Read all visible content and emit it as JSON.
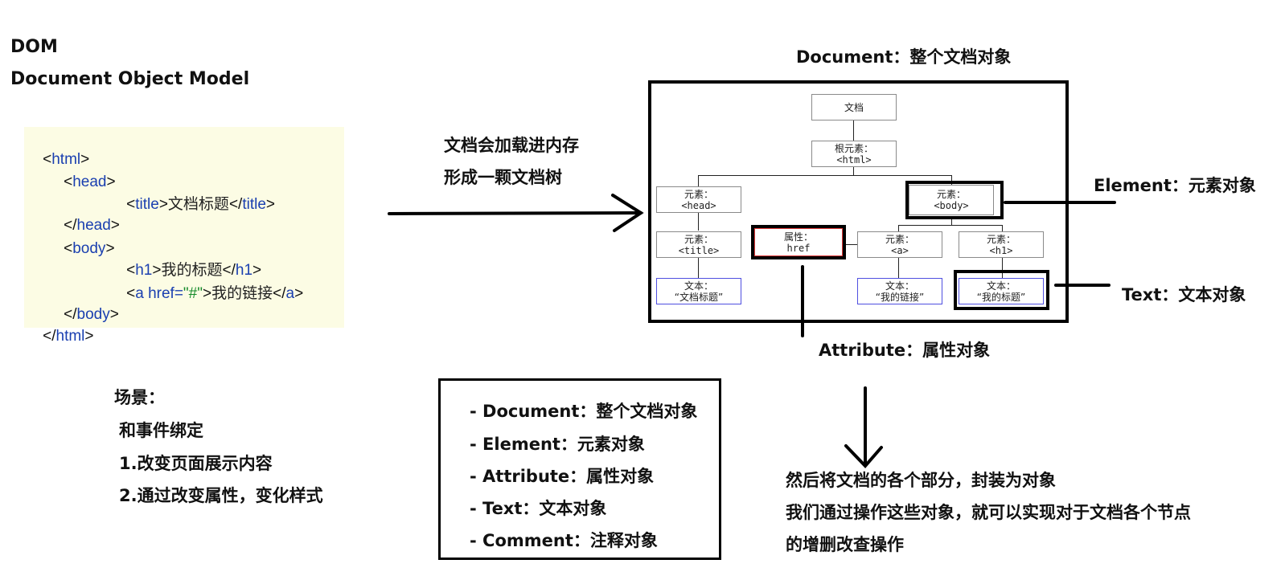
{
  "heading": {
    "line1": "DOM",
    "line2": "Document Object Model"
  },
  "code": {
    "lines": [
      [
        "<",
        "html",
        ">"
      ],
      [
        "<",
        "head",
        ">"
      ],
      [
        "<",
        "title",
        ">",
        "文档标题",
        "</",
        "title",
        ">"
      ],
      [
        "</",
        "head",
        ">"
      ],
      [
        "<",
        "body",
        ">"
      ],
      [
        "<",
        "h1",
        ">",
        "我的标题",
        "</",
        "h1",
        ">"
      ],
      [
        "<",
        "a href=",
        "\"#\"",
        ">",
        "我的链接",
        "</",
        "a",
        ">"
      ],
      [
        "</",
        "body",
        ">"
      ],
      [
        "</",
        "html",
        ">"
      ]
    ]
  },
  "arrow_label": {
    "line1": "文档会加载进内存",
    "line2": "形成一颗文档树"
  },
  "labels": {
    "document": "Document：整个文档对象",
    "element": "Element：元素对象",
    "text": "Text：文本对象",
    "attribute": "Attribute：属性对象"
  },
  "tree": {
    "root": {
      "label": "文档"
    },
    "html": {
      "label": "根元素：",
      "sub": "<html>"
    },
    "head": {
      "label": "元素：",
      "sub": "<head>"
    },
    "body": {
      "label": "元素：",
      "sub": "<body>"
    },
    "title": {
      "label": "元素：",
      "sub": "<title>"
    },
    "attr": {
      "label": "属性：",
      "sub": "href"
    },
    "a": {
      "label": "元素：",
      "sub": "<a>"
    },
    "h1": {
      "label": "元素：",
      "sub": "<h1>"
    },
    "text_title": {
      "label": "文本：",
      "sub": "“文档标题”"
    },
    "text_link": {
      "label": "文本：",
      "sub": "“我的链接”"
    },
    "text_h1": {
      "label": "文本：",
      "sub": "“我的标题”"
    }
  },
  "scenario": {
    "title": "场景：",
    "items": [
      "和事件绑定",
      "1.改变页面展示内容",
      "2.通过改变属性，变化样式"
    ]
  },
  "object_list": [
    "- Document：整个文档对象",
    "- Element：元素对象",
    "- Attribute：属性对象",
    "- Text：文本对象",
    "- Comment：注释对象"
  ],
  "conclusion": {
    "line1": "然后将文档的各个部分，封装为对象",
    "line2": "我们通过操作这些对象，就可以实现对于文档各个节点",
    "line3": "的增删改查操作"
  }
}
